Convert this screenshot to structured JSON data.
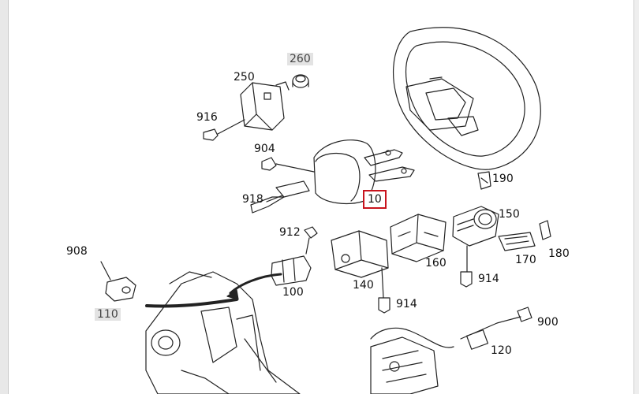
{
  "colors": {
    "line": "#222222",
    "highlight_border": "#c8141e",
    "grey_label_bg": "#e3e3e3"
  },
  "labels": {
    "l260": "260",
    "l250": "250",
    "l916": "916",
    "l904": "904",
    "l918": "918",
    "l10": "10",
    "l190": "190",
    "l150": "150",
    "l912": "912",
    "l908": "908",
    "l100": "100",
    "l140": "140",
    "l160": "160",
    "l170": "170",
    "l180": "180",
    "l914a": "914",
    "l914b": "914",
    "l110": "110",
    "l900": "900",
    "l120": "120"
  }
}
